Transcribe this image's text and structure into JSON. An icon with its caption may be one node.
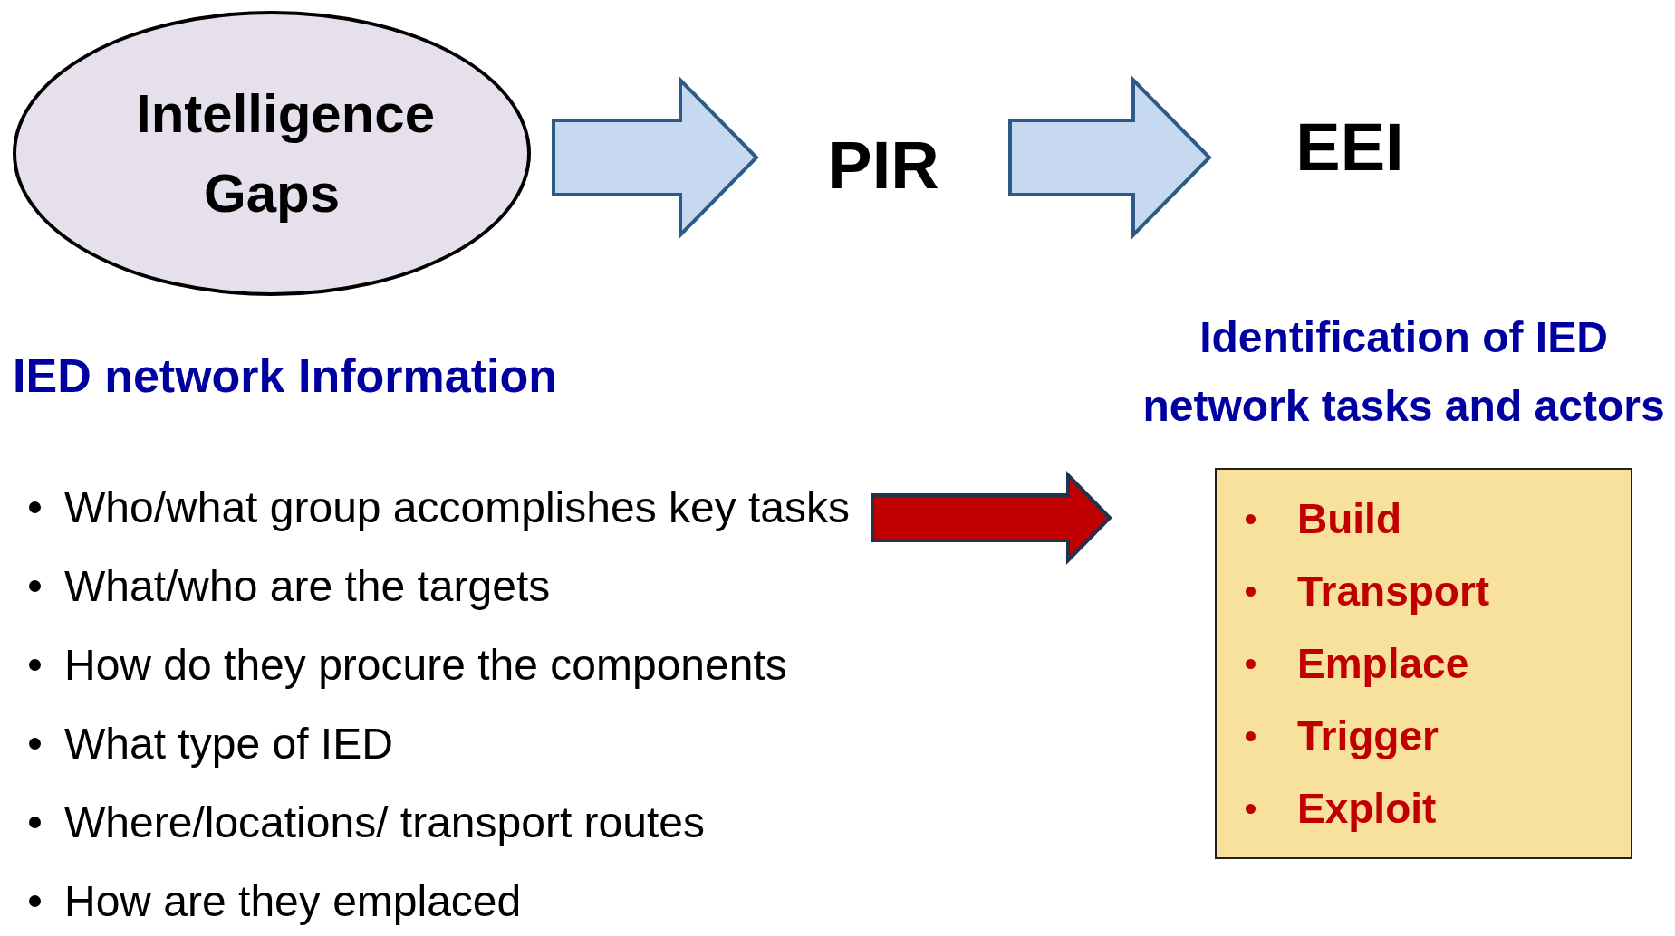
{
  "diagram": {
    "nodes": [
      {
        "text": [
          "Intelligence Gaps"
        ]
      },
      {
        "text": [
          "PIR"
        ]
      },
      {
        "text": [
          "EEI"
        ]
      },
      {
        "text": [
          "IED network Information",
          "Who/what group accomplishes key tasks",
          "What/who are the targets",
          "How do they procure the components",
          "What type of IED",
          "Where/locations/ transport routes",
          "How are they emplaced"
        ]
      },
      {
        "text": [
          "Identification of IED network tasks and actors",
          "Build",
          "Transport",
          "Emplace",
          "Trigger",
          "Exploit"
        ]
      }
    ],
    "edges": [
      {
        "from": 0,
        "to": 1,
        "arrow": "to"
      },
      {
        "from": 1,
        "to": 2,
        "arrow": "to"
      },
      {
        "from": 3,
        "to": 4,
        "arrow": "to",
        "color": "#c00000"
      }
    ]
  }
}
